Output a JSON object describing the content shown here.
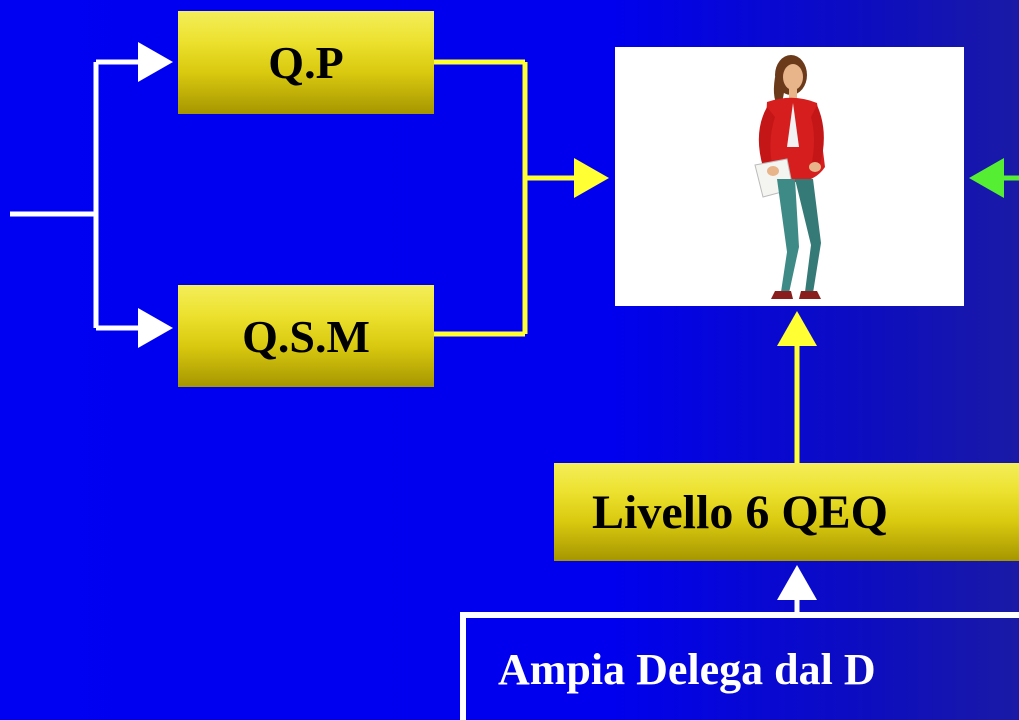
{
  "boxes": {
    "qp_label": "Q.P",
    "qsm_label": "Q.S.M",
    "livello_label": "Livello 6 QEQ",
    "delega_label": "Ampia Delega dal D"
  },
  "colors": {
    "background": "#0000ee",
    "box_fill": "#ece12e",
    "connector_white": "#ffffff",
    "connector_yellow": "#ffff33",
    "connector_green": "#55ee33"
  },
  "icons": {
    "picture": "woman-figure-icon"
  }
}
